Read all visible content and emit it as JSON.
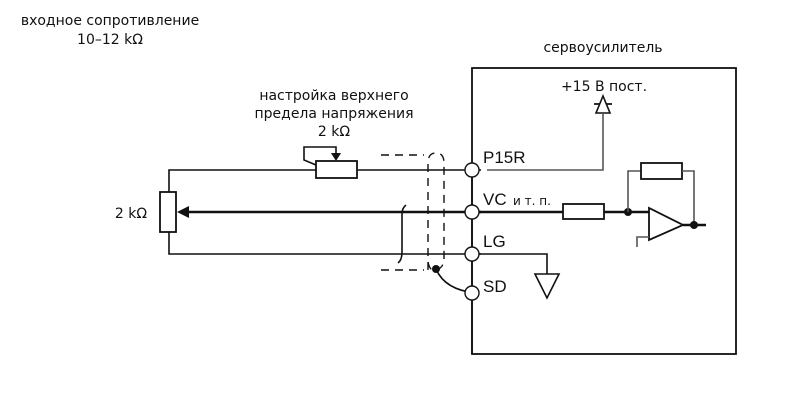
{
  "labels": {
    "input_resistance_line1": "входное сопротивление",
    "input_resistance_line2": "10–12 kΩ",
    "servo_amplifier": "сервоусилитель",
    "supply": "+15 В пост.",
    "upper_limit_line1": "настройка верхнего",
    "upper_limit_line2": "предела напряжения",
    "upper_limit_value": "2 kΩ",
    "pot_value": "2 kΩ"
  },
  "terminals": [
    {
      "id": "p15r",
      "label": "P15R",
      "suffix": ""
    },
    {
      "id": "vc",
      "label": "VC",
      "suffix": "и т. п."
    },
    {
      "id": "lg",
      "label": "LG",
      "suffix": ""
    },
    {
      "id": "sd",
      "label": "SD",
      "suffix": ""
    }
  ],
  "icons": {
    "potentiometer": "potentiometer-icon",
    "trim_resistor": "trimmer-resistor-icon",
    "resistor": "resistor-icon",
    "op_amp": "op-amp-icon",
    "ground": "ground-icon",
    "supply_symbol": "dc-supply-icon",
    "shield": "shielded-cable-icon"
  }
}
